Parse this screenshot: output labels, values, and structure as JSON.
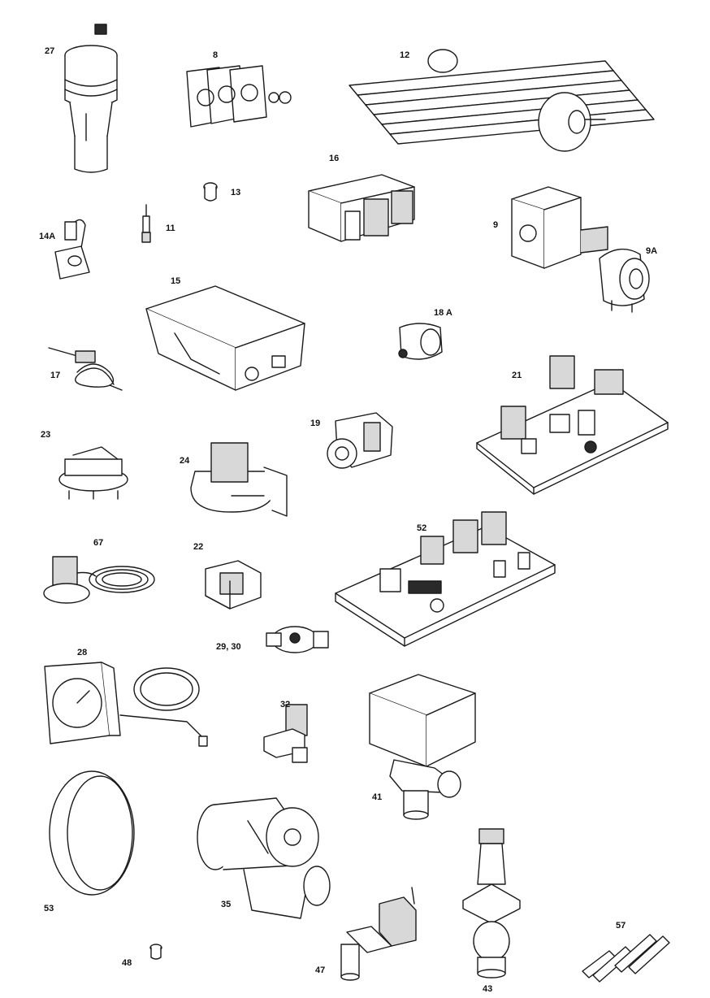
{
  "labels": {
    "p27": "27",
    "p8": "8",
    "p12": "12",
    "p16": "16",
    "p13": "13",
    "p11": "11",
    "p14a": "14A",
    "p9": "9",
    "p9a": "9A",
    "p15": "15",
    "p18a": "18 A",
    "p17": "17",
    "p21": "21",
    "p19": "19",
    "p23": "23",
    "p24": "24",
    "p52": "52",
    "p67": "67",
    "p22": "22",
    "p2930": "29, 30",
    "p28": "28",
    "p32": "32",
    "p41": "41",
    "p53": "53",
    "p35": "35",
    "p57": "57",
    "p48": "48",
    "p47": "47",
    "p43": "43"
  }
}
